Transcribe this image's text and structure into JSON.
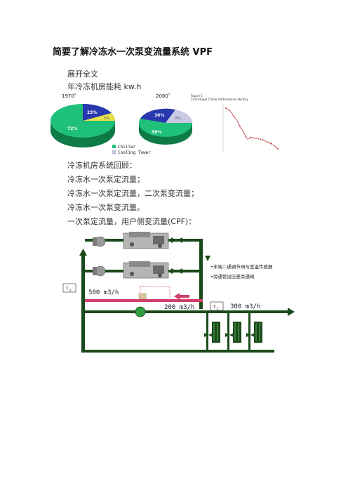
{
  "title": "简要了解冷冻水一次泵变流量系统 VPF",
  "expand": "展开全文",
  "energy_line": "年冷冻机房能耗 kw.h",
  "pie_figure": {
    "left_year": "1970",
    "left_sup": "s",
    "right_year": "2000",
    "right_sup": "s",
    "left_pie": {
      "chiller_pct": "72%",
      "pump_pct": "23%",
      "tower_pct": "5%"
    },
    "right_pie": {
      "chiller_pct": "58%",
      "pump_pct": "36%",
      "tower_pct": "6%"
    },
    "legend_chiller": "Chiller",
    "legend_tower": "Cooling Tower",
    "colors": {
      "chiller": "#1fc07a",
      "pump": "#2a38b0",
      "tower": "#c9c9e6",
      "pump_small": "#e5e04a"
    }
  },
  "line_figure": {
    "fig_label": "Figure 1",
    "fig_title": "Centrifugal Chiller Performance History",
    "series_color": "#c0404c"
  },
  "paragraphs": [
    "冷冻机房系统回顾：",
    "冷冻水一次泵定流量；",
    "冷冻水一次泵定流量，二次泵变流量；",
    "冷冻水一次泵变流量。",
    "一次泵定流量，用户侧变流量(CPF)："
  ],
  "schematic": {
    "t_left": "T",
    "t_left_sub": "0",
    "t_right": "T",
    "t_right_sub": "1",
    "flow_main": "500 m3/h",
    "flow_bypass": "200 m3/h",
    "flow_user": "300 m3/h",
    "note_1": "•末端二通调节阀与室温传感器",
    "note_2": "•旁通管设压差旁通阀",
    "colors": {
      "pipe": "#1a4a1a",
      "bypass": "#d0406a",
      "pump": "#2fa040"
    }
  }
}
